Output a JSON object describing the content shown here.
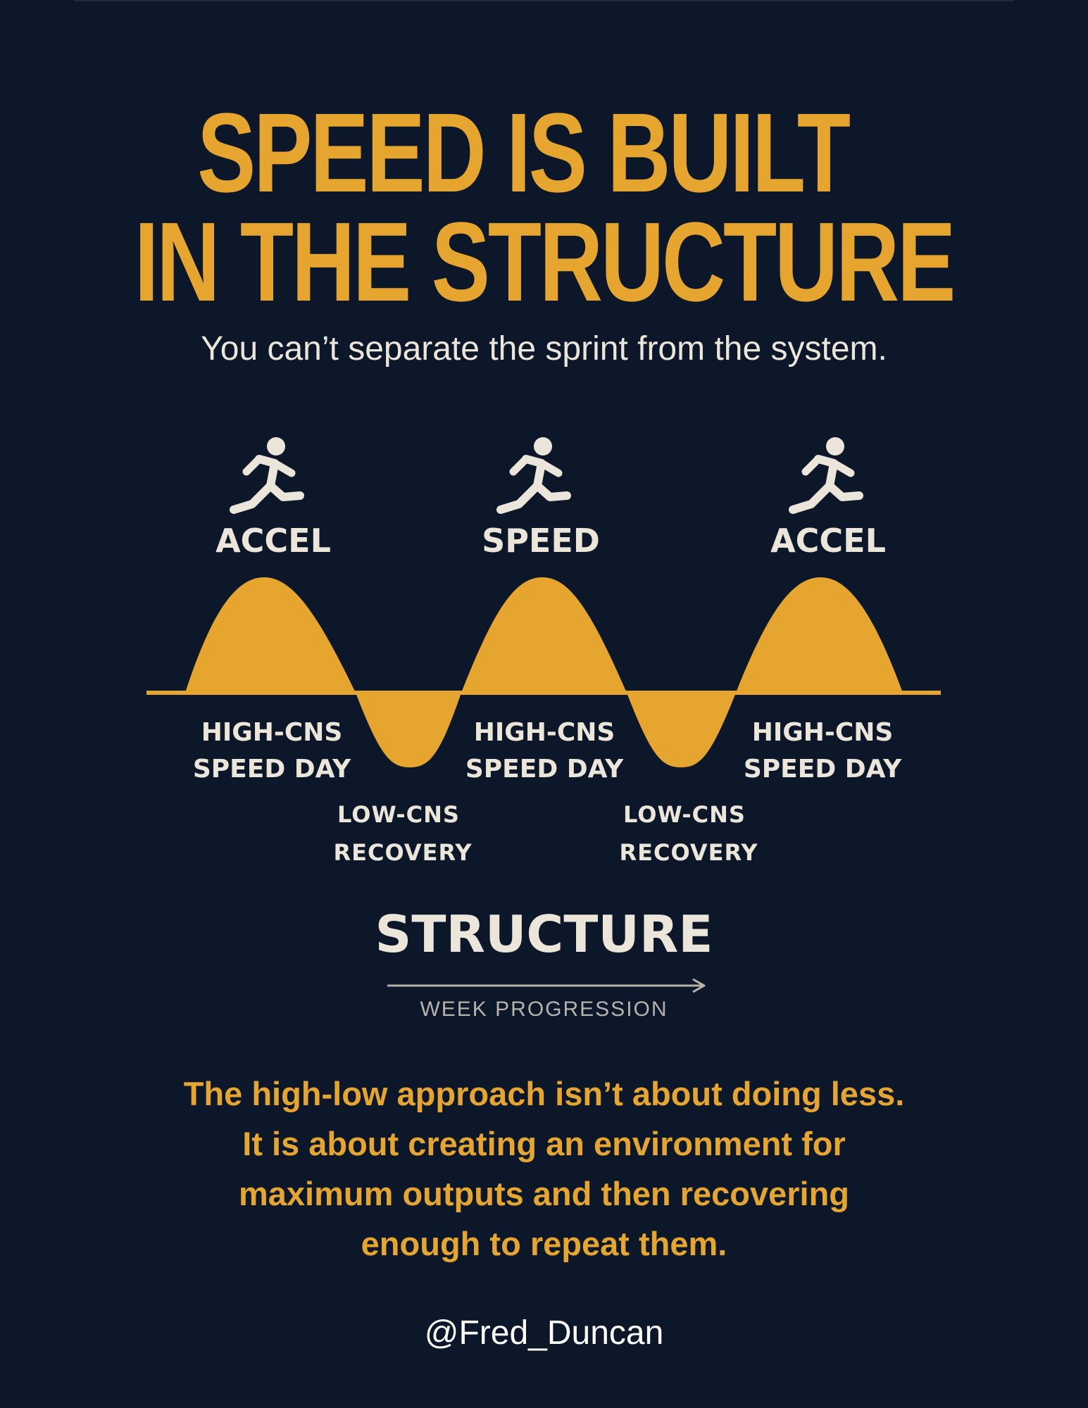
{
  "title": {
    "line1": "SPEED IS BUILT",
    "line2": "IN THE STRUCTURE"
  },
  "subtitle": "You can’t separate the sprint from the system.",
  "diagram": {
    "peaks": [
      {
        "icon": "sprinter-icon",
        "label": "ACCEL",
        "caption_line1": "HIGH-CNS",
        "caption_line2": "SPEED DAY"
      },
      {
        "icon": "sprinter-icon",
        "label": "SPEED",
        "caption_line1": "HIGH-CNS",
        "caption_line2": "SPEED DAY"
      },
      {
        "icon": "sprinter-icon",
        "label": "ACCEL",
        "caption_line1": "HIGH-CNS",
        "caption_line2": "SPEED DAY"
      }
    ],
    "troughs": [
      {
        "caption_line1": "LOW-CNS",
        "caption_line2": "RECOVERY"
      },
      {
        "caption_line1": "LOW-CNS",
        "caption_line2": "RECOVERY"
      }
    ],
    "structure_label": "STRUCTURE",
    "axis_label": "WEEK PROGRESSION"
  },
  "body": {
    "lines": [
      "The high-low approach isn’t about doing less.",
      "It is about creating an environment for",
      "maximum outputs and then recovering",
      "enough to repeat them."
    ]
  },
  "handle": "@Fred_Duncan",
  "colors": {
    "background": "#0c172a",
    "accent": "#e5a52e",
    "text": "#ece6da"
  }
}
